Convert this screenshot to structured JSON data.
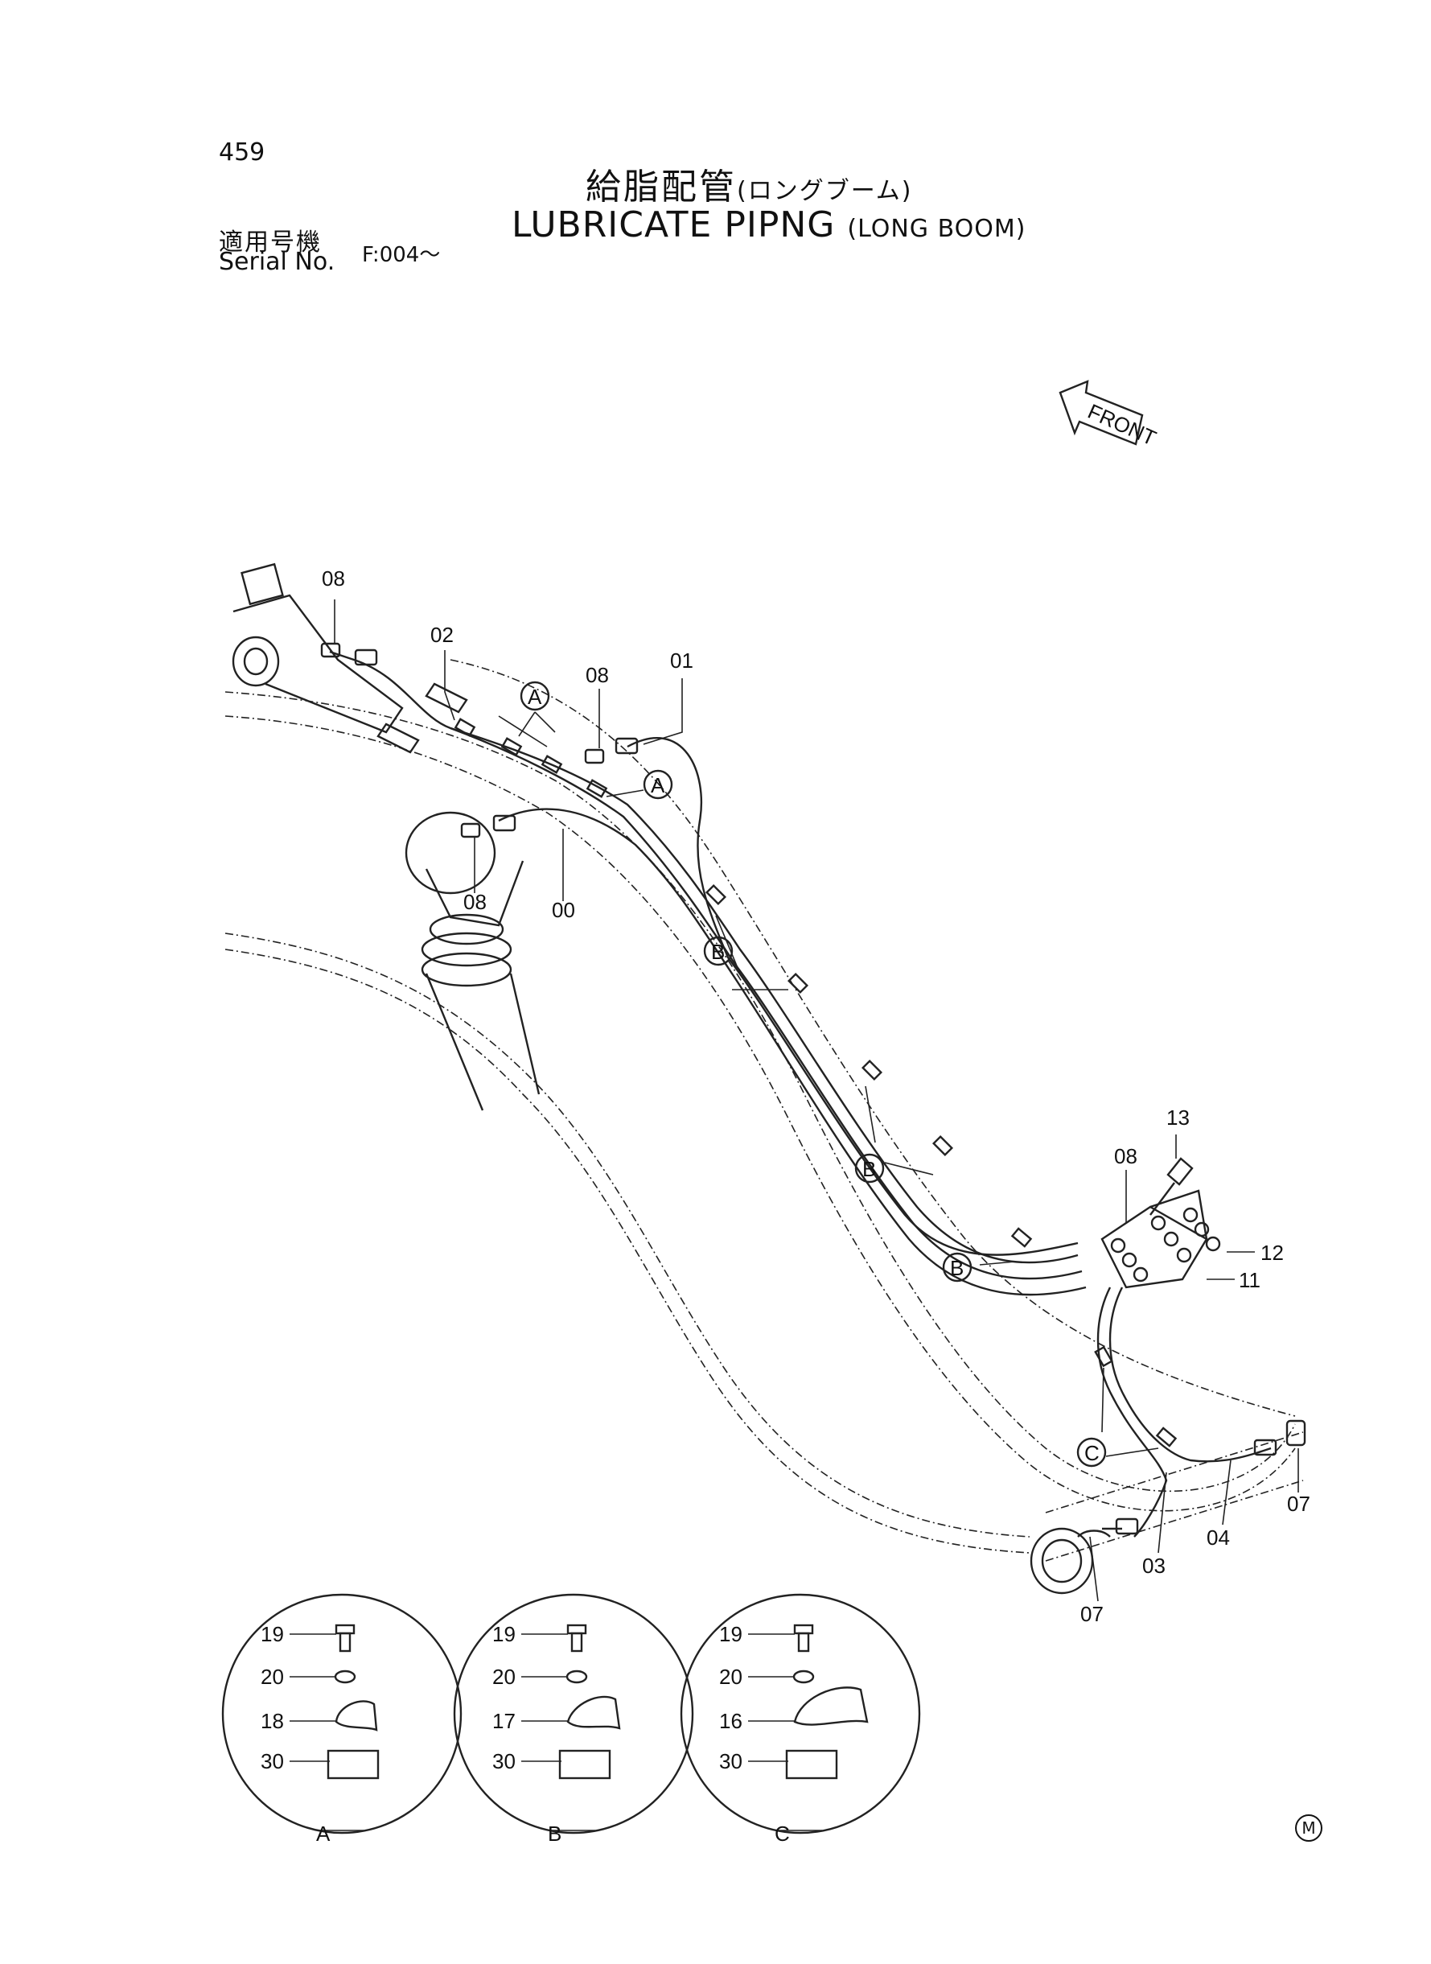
{
  "page_number": "459",
  "title": {
    "jp": "給脂配管",
    "jp_sub": "(ロングブーム)",
    "en": "LUBRICATE PIPNG",
    "en_sub": "(LONG BOOM)"
  },
  "serial": {
    "jp": "適用号機",
    "en": "Serial No.",
    "value": "F:004～"
  },
  "front_label": "FRONT",
  "callouts": {
    "c01": "01",
    "c02": "02",
    "c00": "00",
    "c03": "03",
    "c04": "04",
    "c07a": "07",
    "c07b": "07",
    "c08a": "08",
    "c08b": "08",
    "c08c": "08",
    "c08d": "08",
    "c11": "11",
    "c12": "12",
    "c13": "13"
  },
  "markers": {
    "a1": "A",
    "a2": "A",
    "b1": "B",
    "b2": "B",
    "b3": "B",
    "c1": "C"
  },
  "details": [
    {
      "name": "A",
      "parts": [
        "19",
        "20",
        "18",
        "30"
      ]
    },
    {
      "name": "B",
      "parts": [
        "19",
        "20",
        "17",
        "30"
      ]
    },
    {
      "name": "C",
      "parts": [
        "19",
        "20",
        "16",
        "30"
      ]
    }
  ],
  "corner_mark": "M"
}
